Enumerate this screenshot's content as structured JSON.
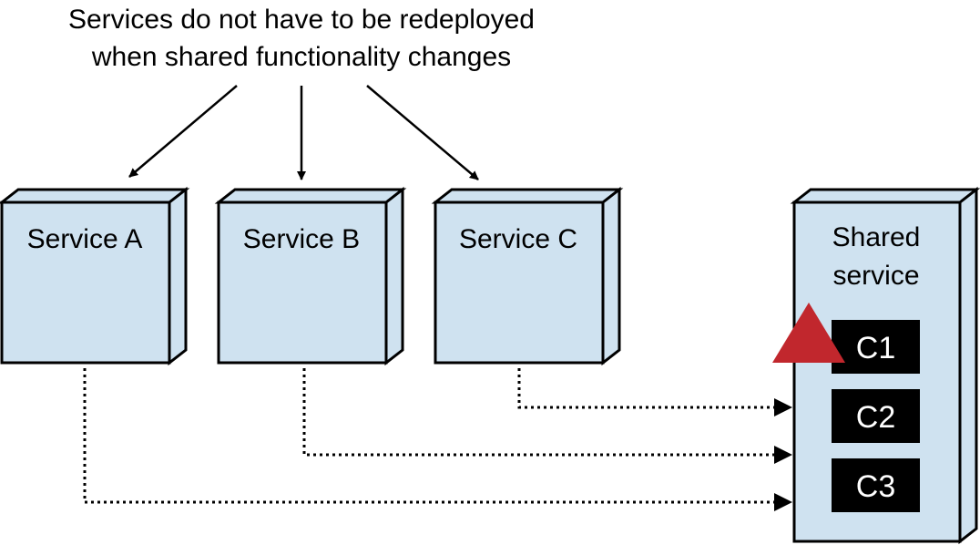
{
  "caption": {
    "line1": "Services do not have to be redeployed",
    "line2": "when shared functionality changes"
  },
  "services": [
    {
      "label": "Service A"
    },
    {
      "label": "Service B"
    },
    {
      "label": "Service C"
    }
  ],
  "shared_service": {
    "line1": "Shared",
    "line2": "service",
    "components": [
      {
        "label": "C1"
      },
      {
        "label": "C2"
      },
      {
        "label": "C3"
      }
    ],
    "changed_component": "C1"
  },
  "colors": {
    "box_fill": "#cfe2f0",
    "box_stroke": "#000000",
    "component_fill": "#000000",
    "component_text": "#ffffff",
    "change_marker": "#c1272d",
    "line": "#000000"
  },
  "icons": {
    "change_marker": "red-triangle-change-icon"
  }
}
